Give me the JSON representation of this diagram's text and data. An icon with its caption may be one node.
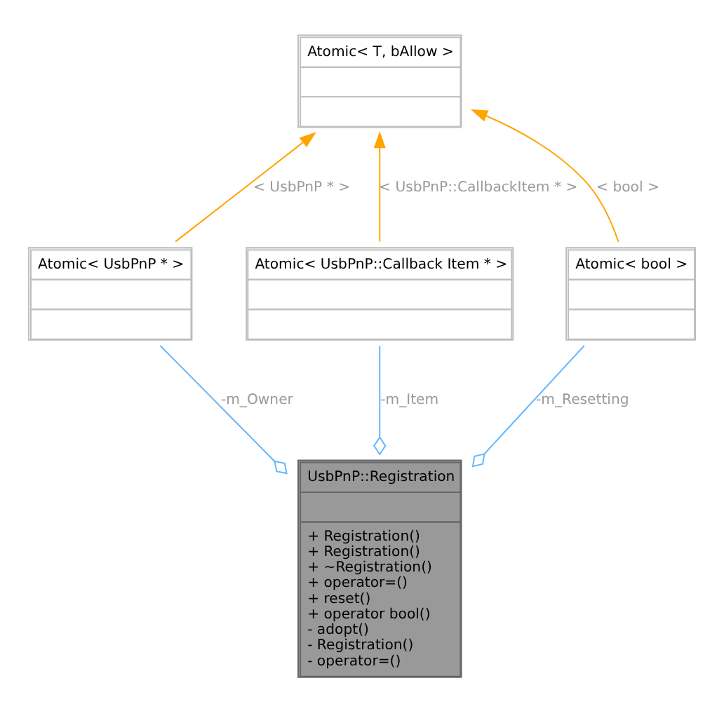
{
  "diagram": {
    "nodes": [
      {
        "text": [
          "Atomic< T, bAllow >"
        ]
      },
      {
        "text": [
          "Atomic< UsbPnP * >"
        ]
      },
      {
        "text": [
          "Atomic< UsbPnP::Callback Item * >"
        ]
      },
      {
        "text": [
          "Atomic< bool >"
        ]
      },
      {
        "text": [
          "UsbPnP::Registration",
          "+ Registration()",
          "+ Registration()",
          "+ ~Registration()",
          "+ operator=()",
          "+ reset()",
          "+ operator bool()",
          "- adopt()",
          "- Registration()",
          "- operator=()"
        ]
      }
    ],
    "edges": [
      {
        "from": 1,
        "to": 0,
        "arrow": "to",
        "label": "< UsbPnP * >",
        "color": "#ffa500"
      },
      {
        "from": 2,
        "to": 0,
        "arrow": "to",
        "label": "< UsbPnP::CallbackItem * >",
        "color": "#ffa500"
      },
      {
        "from": 3,
        "to": 0,
        "arrow": "to",
        "label": "< bool >",
        "color": "#ffa500"
      },
      {
        "from": 1,
        "to": 4,
        "arrow": "other",
        "label": "-m_Owner",
        "color": "#63b8ff"
      },
      {
        "from": 2,
        "to": 4,
        "arrow": "other",
        "label": "-m_Item",
        "color": "#63b8ff"
      },
      {
        "from": 3,
        "to": 4,
        "arrow": "other",
        "label": "-m_Resetting",
        "color": "#63b8ff"
      }
    ]
  }
}
